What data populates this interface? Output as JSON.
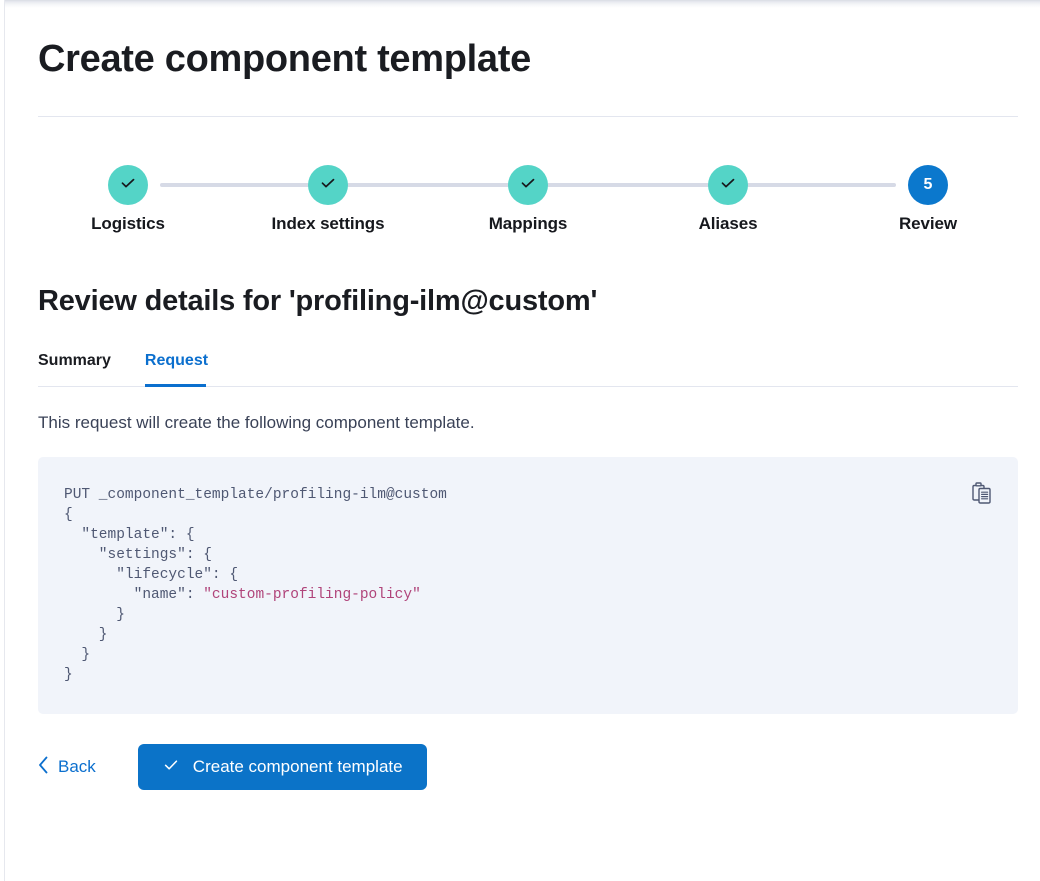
{
  "page": {
    "title": "Create component template",
    "section_title": "Review details for 'profiling-ilm@custom'",
    "description": "This request will create the following component template."
  },
  "stepper": {
    "steps": [
      {
        "label": "Logistics",
        "number": "1",
        "state": "done",
        "icon": "check-icon"
      },
      {
        "label": "Index settings",
        "number": "2",
        "state": "done",
        "icon": "check-icon"
      },
      {
        "label": "Mappings",
        "number": "3",
        "state": "done",
        "icon": "check-icon"
      },
      {
        "label": "Aliases",
        "number": "4",
        "state": "done",
        "icon": "check-icon"
      },
      {
        "label": "Review",
        "number": "5",
        "state": "current",
        "icon": ""
      }
    ]
  },
  "tabs": [
    {
      "label": "Summary",
      "active": false
    },
    {
      "label": "Request",
      "active": true
    }
  ],
  "code": {
    "method_line": "PUT _component_template/profiling-ilm@custom",
    "line_open_brace": "{",
    "line_template": "  \"template\": {",
    "line_settings": "    \"settings\": {",
    "line_lifecycle": "      \"lifecycle\": {",
    "line_name_key": "        \"name\": ",
    "line_name_value": "\"custom-profiling-policy\"",
    "line_close_1": "      }",
    "line_close_2": "    }",
    "line_close_3": "  }",
    "line_close_4": "}",
    "copy_icon": "copy-clipboard-icon"
  },
  "actions": {
    "back_label": "Back",
    "back_icon": "chevron-left-icon",
    "submit_label": "Create component template",
    "submit_icon": "check-icon"
  },
  "colors": {
    "accent_blue": "#0b73c8",
    "link_blue": "#0b6fce",
    "step_done_teal": "#54d4c7",
    "step_current_blue": "#0b78cd",
    "code_bg": "#f1f4fa",
    "code_text": "#4f5873",
    "code_string": "#b0447a",
    "track_gray": "#d6dae6",
    "divider": "#e3e6ef"
  }
}
